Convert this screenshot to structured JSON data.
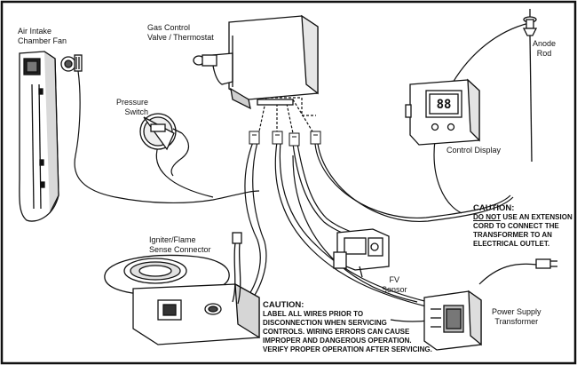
{
  "labels": {
    "air_intake_fan": [
      "Air Intake",
      "Chamber Fan"
    ],
    "gas_control": [
      "Gas Control",
      "Valve / Thermostat"
    ],
    "pressure_switch": [
      "Pressure",
      "Switch"
    ],
    "anode_rod": [
      "Anode",
      "Rod"
    ],
    "control_display": "Control Display",
    "igniter": [
      "Igniter/Flame",
      "Sense Connector"
    ],
    "fv_sensor": [
      "FV",
      "Sensor"
    ],
    "power_supply": [
      "Power Supply",
      "Transformer"
    ]
  },
  "caution_extension": {
    "title": "CAUTION:",
    "emphasis": "DO NOT",
    "line1_rest": " USE AN EXTENSION",
    "line2": "CORD TO CONNECT THE",
    "line3": "TRANSFORMER TO AN",
    "line4": "ELECTRICAL OUTLET."
  },
  "caution_wires": {
    "title": "CAUTION:",
    "lines": [
      "LABEL ALL WIRES PRIOR TO",
      "DISCONNECTION WHEN SERVICING",
      "CONTROLS. WIRING ERRORS CAN CAUSE",
      "IMPROPER AND DANGEROUS OPERATION.",
      "VERIFY PROPER OPERATION AFTER SERVICING."
    ]
  },
  "display": {
    "digits": "88"
  },
  "colors": {
    "line": "#111111",
    "frame": "#111111",
    "background": "#ffffff"
  }
}
